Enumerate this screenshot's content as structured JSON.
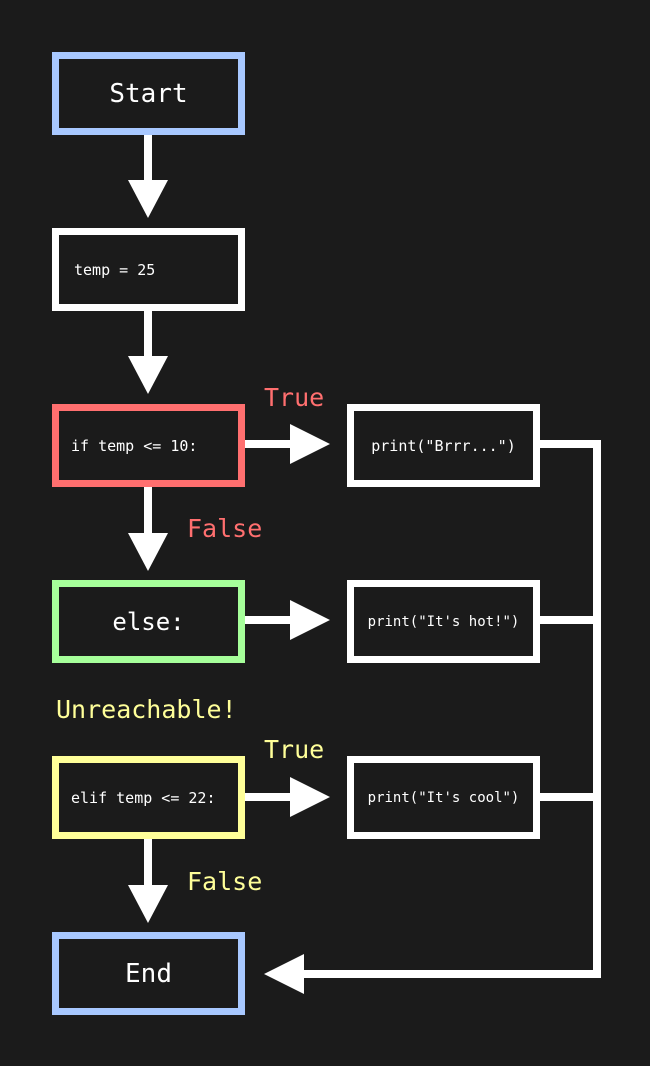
{
  "colors": {
    "background": "#1b1b1b",
    "terminal": "#a8c8ff",
    "if_condition": "#ff6f6f",
    "else_branch": "#a6ff9a",
    "elif_condition": "#ffff99",
    "default": "#ffffff"
  },
  "nodes": {
    "start": "Start",
    "assign": "temp = 25",
    "if": "if temp <= 10:",
    "else": "else:",
    "elif": "elif temp <= 22:",
    "end": "End",
    "print_brrr": "print(\"Brrr...\")",
    "print_hot": "print(\"It's hot!\")",
    "print_cool": "print(\"It's cool\")"
  },
  "labels": {
    "if_true": "True",
    "if_false": "False",
    "unreachable": "Unreachable!",
    "elif_true": "True",
    "elif_false": "False"
  }
}
